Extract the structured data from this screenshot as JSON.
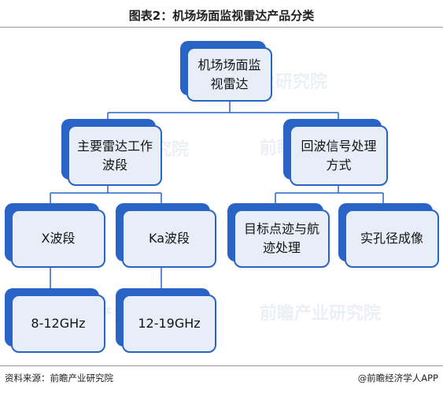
{
  "title": "图表2：机场场面监视雷达产品分类",
  "nodes": {
    "root": "机场场面监视雷达",
    "left_parent": "主要雷达工作波段",
    "right_parent": "回波信号处理方式",
    "x_band": "X波段",
    "ka_band": "Ka波段",
    "x_freq": "8-12GHz",
    "ka_freq": "12-19GHz",
    "target_track": "目标点迹与航迹处理",
    "real_aperture": "实孔径成像"
  },
  "footer": {
    "source": "资料来源：前瞻产业研究院",
    "brand": "@前瞻经济学人APP"
  },
  "watermark": "前瞻产业研究院"
}
